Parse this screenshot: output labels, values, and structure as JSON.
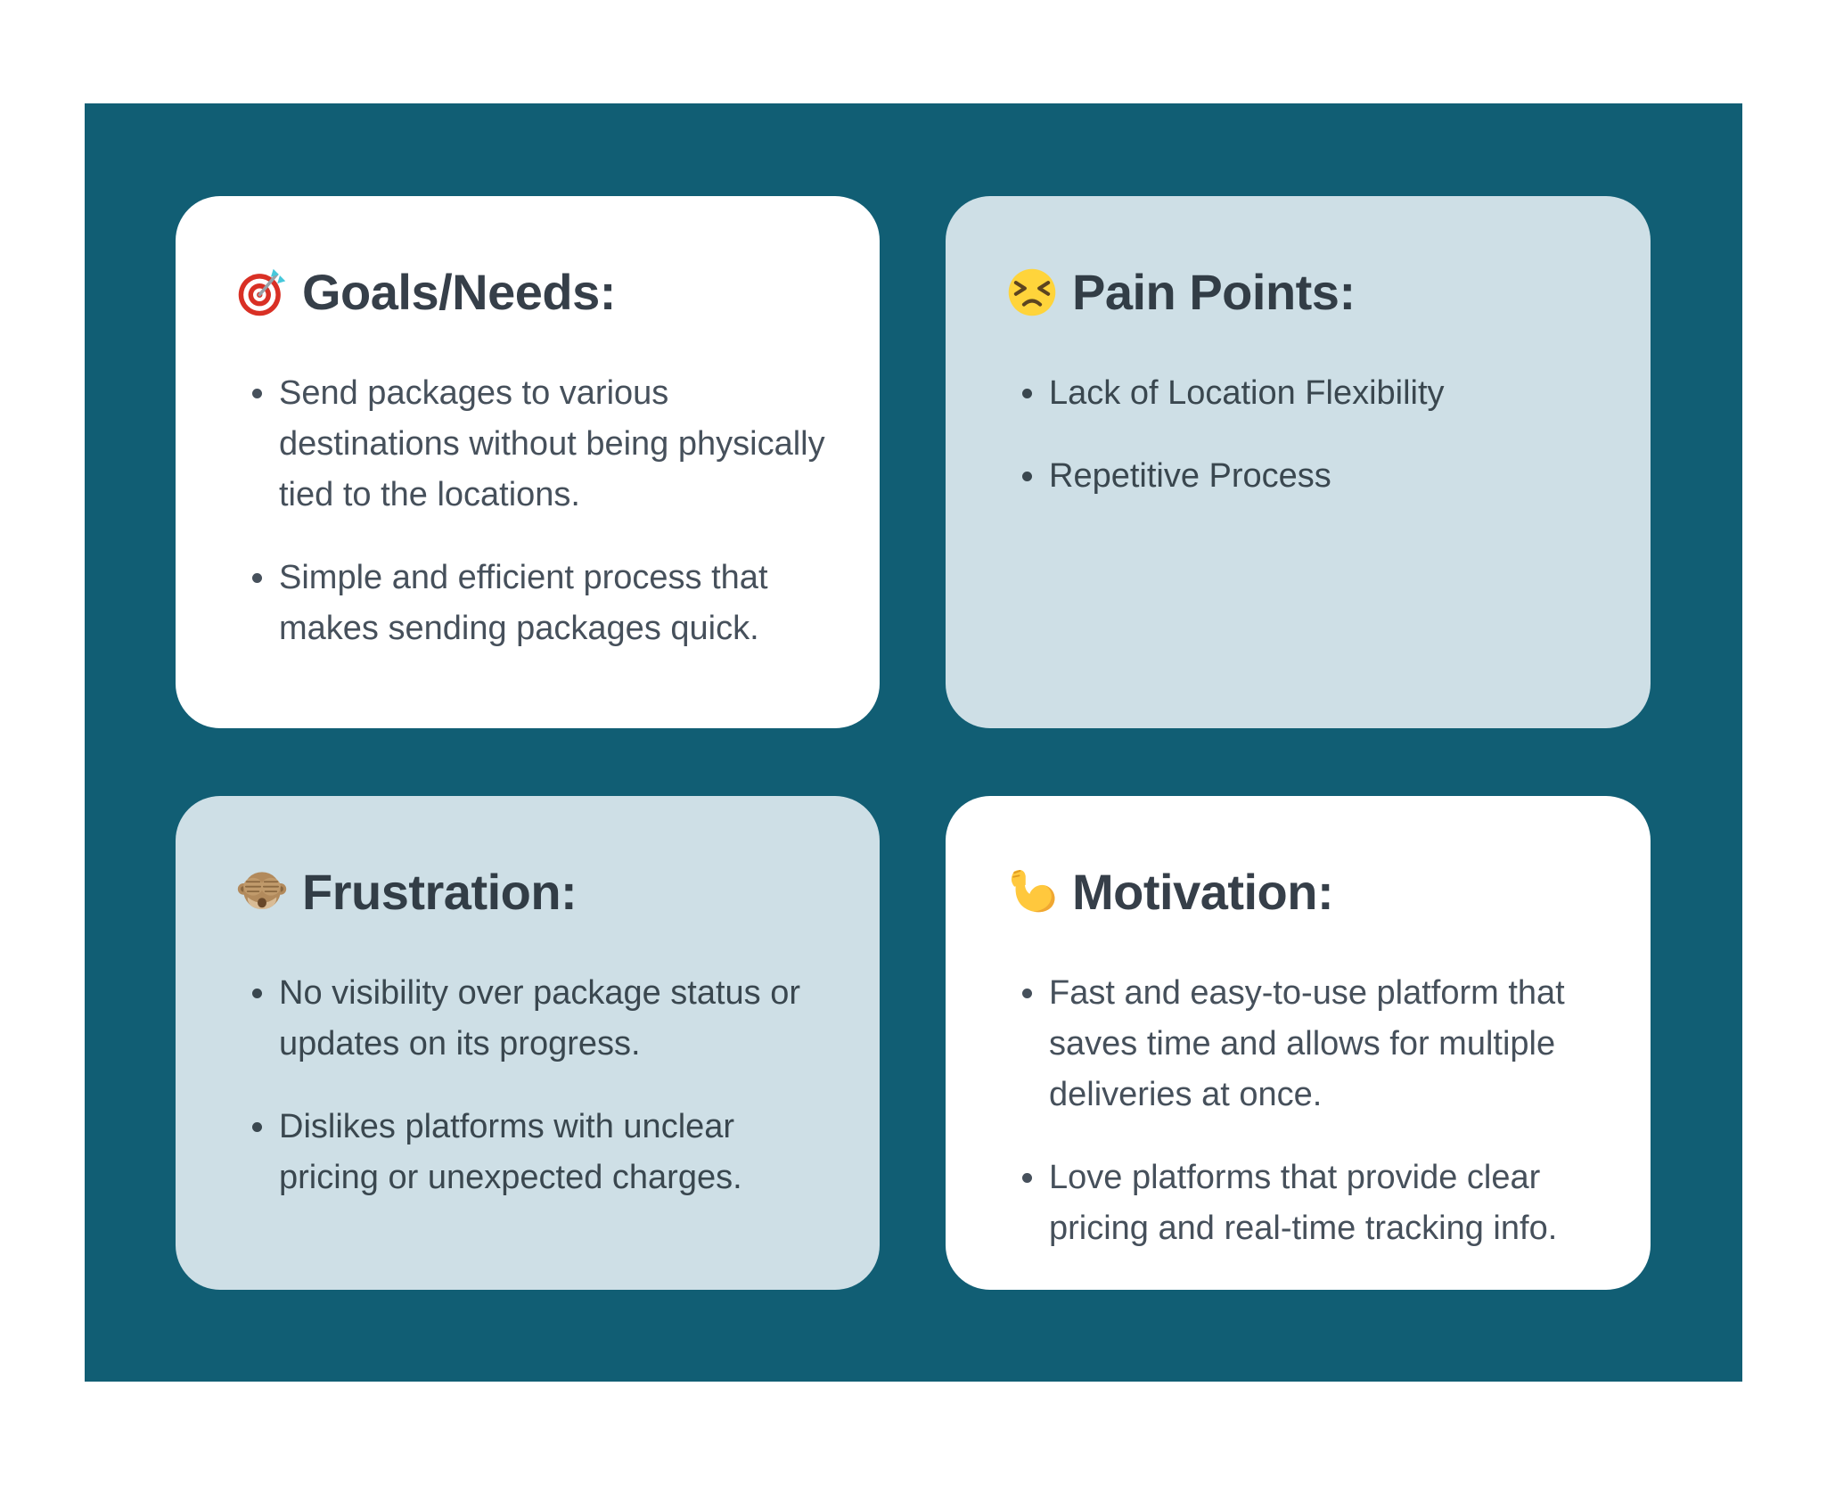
{
  "colors": {
    "page_bg": "#FFFFFF",
    "panel_teal": "#115E74",
    "card_white": "#FFFFFF",
    "card_light_blue": "#CEDFE6",
    "heading_text": "#363F49",
    "body_text_on_white": "#46505B",
    "body_text_on_blue": "#3A474F"
  },
  "cards": [
    {
      "id": "goals-needs",
      "variant": "white",
      "emoji": "🎯",
      "icon": "target-icon",
      "title": "Goals/Needs:",
      "bullets": [
        "Send packages to various destinations without being physically tied to the locations.",
        "Simple and efficient process that makes sending packages quick."
      ]
    },
    {
      "id": "pain-points",
      "variant": "blue",
      "emoji": "😣",
      "icon": "persevering-face-icon",
      "title": "Pain Points:",
      "bullets": [
        "Lack of Location Flexibility",
        "Repetitive Process"
      ]
    },
    {
      "id": "frustration",
      "variant": "blue",
      "emoji": "🙈",
      "icon": "see-no-evil-monkey-icon",
      "title": "Frustration:",
      "bullets": [
        "No visibility over package status or updates on its progress.",
        "Dislikes platforms with unclear pricing or unexpected charges."
      ]
    },
    {
      "id": "motivation",
      "variant": "white",
      "emoji": "💪",
      "icon": "flexed-biceps-icon",
      "title": "Motivation:",
      "bullets": [
        "Fast and easy-to-use platform that saves time and allows for multiple deliveries at once.",
        "Love platforms that provide clear pricing and real-time tracking info."
      ]
    }
  ]
}
